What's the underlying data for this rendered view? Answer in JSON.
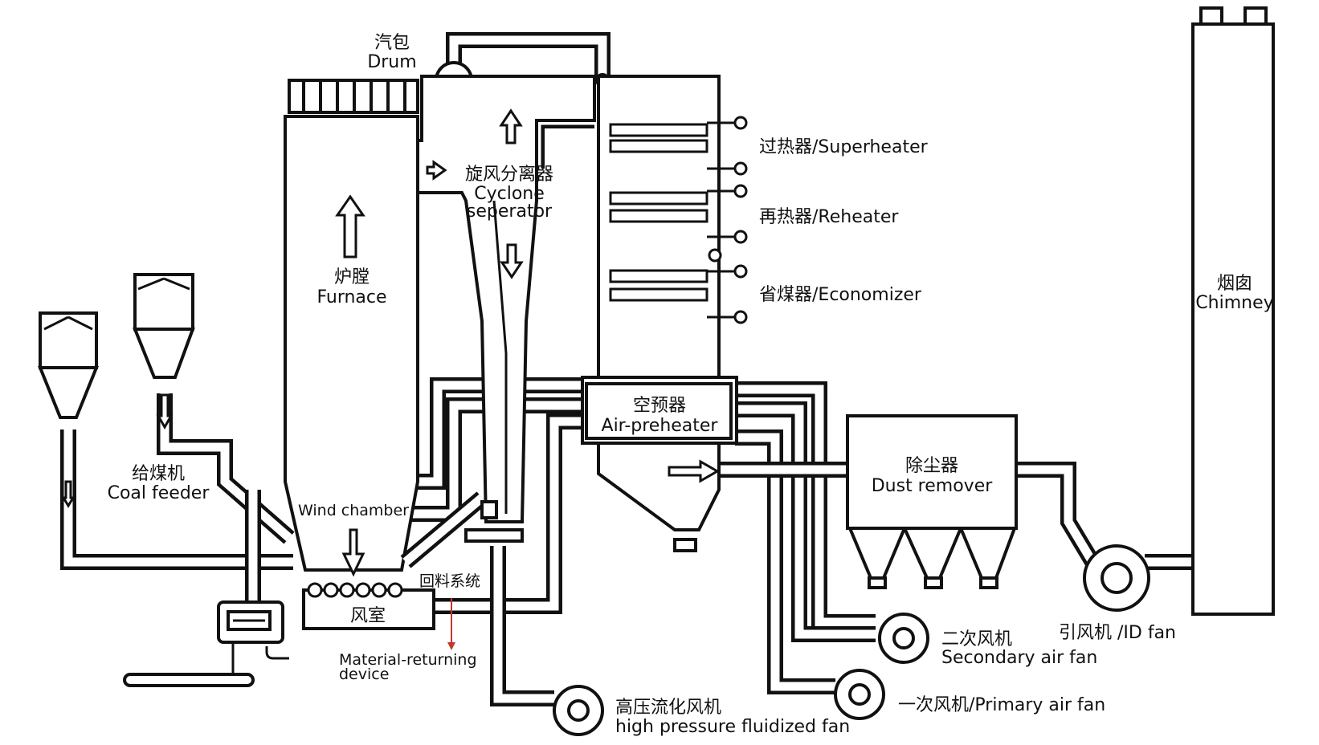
{
  "labels": {
    "drum_cn": "汽包",
    "drum_en": "Drum",
    "cyclone_cn": "旋风分离器",
    "cyclone_en1": "Cyclone",
    "cyclone_en2": "seperator",
    "furnace_cn": "炉膛",
    "furnace_en": "Furnace",
    "superheater": "过热器/Superheater",
    "reheater": "再热器/Reheater",
    "economizer": "省煤器/Economizer",
    "chimney_cn": "烟囱",
    "chimney_en": "Chimney",
    "coal_feeder_cn": "给煤机",
    "coal_feeder_en": "Coal feeder",
    "wind_chamber_en": "Wind chamber",
    "wind_chamber_cn": "风室",
    "return_system_cn": "回料系统",
    "material_returning_1": "Material-returning",
    "material_returning_2": "device",
    "air_preheater_cn": "空预器",
    "air_preheater_en": "Air-preheater",
    "dust_remover_cn": "除尘器",
    "dust_remover_en": "Dust remover",
    "secondary_fan_cn": "二次风机",
    "secondary_fan_en": "Secondary air fan",
    "id_fan": "引风机 /ID fan",
    "primary_fan": "一次风机/Primary air fan",
    "hp_fan_cn": "高压流化风机",
    "hp_fan_en": "high pressure fluidized fan"
  },
  "colors": {
    "line": "#111111",
    "background": "#ffffff",
    "annotation_arrow": "#c0392b"
  }
}
